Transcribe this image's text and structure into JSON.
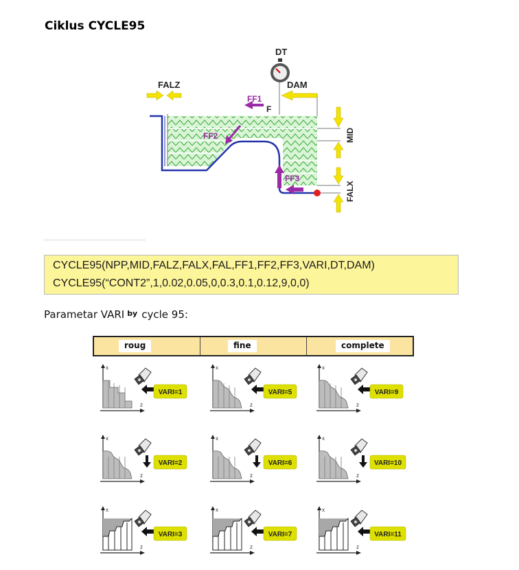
{
  "page": {
    "title": "Ciklus CYCLE95",
    "code_lines": [
      "CYCLE95(NPP,MID,FALZ,FALX,FAL,FF1,FF2,FF3,VARI,DT,DAM)",
      "CYCLE95(“CONT2”,1,0.02,0.05,0,0.3,0.1,0.12,9,0,0)"
    ],
    "param_text": "Parametar VARI",
    "param_by": "by",
    "param_rest": "cycle 95:"
  },
  "diagram": {
    "labels": {
      "dt": "DT",
      "falz": "FALZ",
      "dam": "DAM",
      "ff1": "FF1",
      "f": "F",
      "ff2": "FF2",
      "ff3": "FF3",
      "mid": "MID",
      "falx": "FALX"
    },
    "colors": {
      "hatch": "#3aa63a",
      "contour": "#2233aa",
      "arrow_purple": "#9b2aa6",
      "arrow_yellow": "#f4e200",
      "point_red": "#e02020"
    }
  },
  "vari_table": {
    "headers": [
      "roug",
      "fine",
      "complete"
    ],
    "header_bg": "#fbe3a0",
    "badge_bg": "#dde000",
    "rows": [
      [
        "VARI=1",
        "VARI=5",
        "VARI=9"
      ],
      [
        "VARI=2",
        "VARI=6",
        "VARI=10"
      ],
      [
        "VARI=3",
        "VARI=7",
        "VARI=11"
      ]
    ],
    "axis_x": "x",
    "axis_z": "z"
  }
}
